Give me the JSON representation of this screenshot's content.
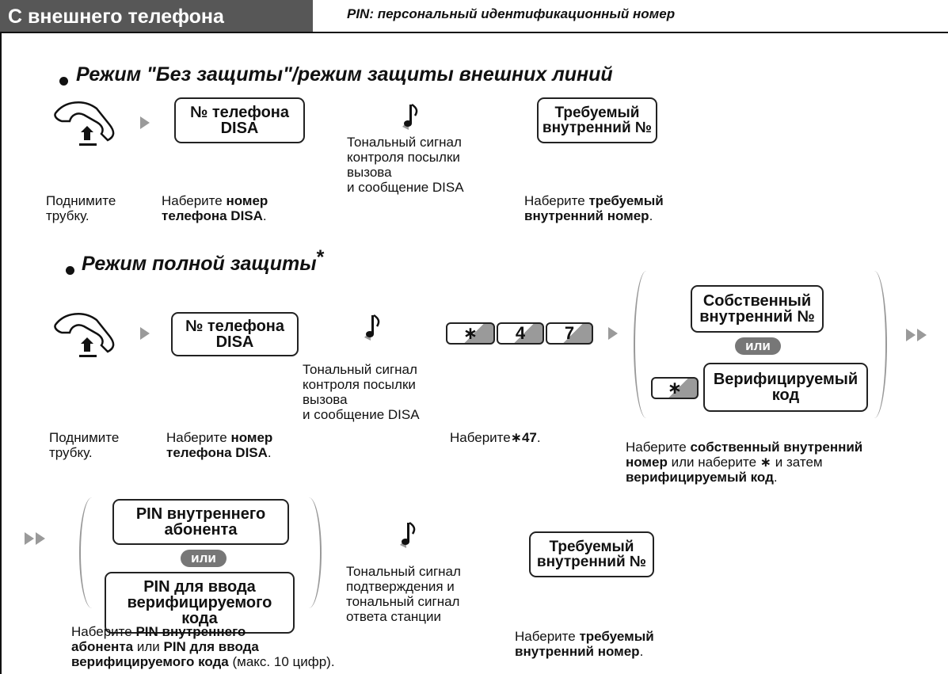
{
  "header": {
    "title": "С внешнего телефона",
    "note": "PIN: персональный идентификационный номер"
  },
  "section1": {
    "title": "Режим \"Без защиты\"/режим защиты внешних линий",
    "box_disa": [
      "№ телефона",
      "DISA"
    ],
    "tone": [
      "Тональный сигнал",
      "контроля посылки",
      "вызова",
      "и сообщение DISA"
    ],
    "box_ext": [
      "Требуемый",
      "внутренний №"
    ],
    "cap_lift": [
      "Поднимите",
      "трубку."
    ],
    "cap_dial_pre": "Наберите ",
    "cap_dial_b1": "номер",
    "cap_dial_b2": "телефона DISA",
    "cap_dial_post": ".",
    "cap_ext_pre": "Наберите ",
    "cap_ext_b1": "требуемый",
    "cap_ext_b2": "внутренний номер",
    "cap_ext_post": "."
  },
  "section2": {
    "title": "Режим полной защиты",
    "asterisk": "*",
    "box_disa": [
      "№ телефона",
      "DISA"
    ],
    "tone": [
      "Тональный сигнал",
      "контроля посылки",
      "вызова",
      "и сообщение DISA"
    ],
    "keys": [
      "∗",
      "4",
      "7"
    ],
    "box_own": [
      "Собственный",
      "внутренний №"
    ],
    "or": "или",
    "key_star": "∗",
    "box_verify": [
      "Верифицируемый",
      "код"
    ],
    "cap_lift": [
      "Поднимите",
      "трубку."
    ],
    "cap_dial_pre": "Наберите ",
    "cap_dial_b1": "номер",
    "cap_dial_b2": "телефона DISA",
    "cap_dial_post": ".",
    "cap_keys_pre": "Наберите",
    "cap_keys_b": "∗47",
    "cap_keys_post": ".",
    "cap_own_l1_pre": "Наберите ",
    "cap_own_l1_b": "собственный внутренний",
    "cap_own_l2_b": "номер",
    "cap_own_l2_mid": " или наберите ",
    "cap_own_l2_star": "∗",
    "cap_own_l2_post": " и затем",
    "cap_own_l3_b": "верифицируемый код",
    "cap_own_l3_post": "."
  },
  "section3": {
    "box_pin_ext": [
      "PIN внутреннего",
      "абонента"
    ],
    "or": "или",
    "box_pin_code": [
      "PIN для ввода",
      "верифицируемого",
      "кода"
    ],
    "tone": [
      "Тональный сигнал",
      "подтверждения и",
      "тональный сигнал",
      "ответа станции"
    ],
    "box_ext": [
      "Требуемый",
      "внутренний №"
    ],
    "cap_pin_l1_pre": "Наберите ",
    "cap_pin_l1_b": "PIN внутреннего",
    "cap_pin_l2_b1": "абонента",
    "cap_pin_l2_mid": " или ",
    "cap_pin_l2_b2": "PIN для ввода",
    "cap_pin_l3_b": "верифицируемого кода",
    "cap_pin_l3_post": " (макс. 10 цифр).",
    "cap_ext_pre": "Наберите ",
    "cap_ext_b1": "требуемый",
    "cap_ext_b2": "внутренний номер",
    "cap_ext_post": "."
  }
}
